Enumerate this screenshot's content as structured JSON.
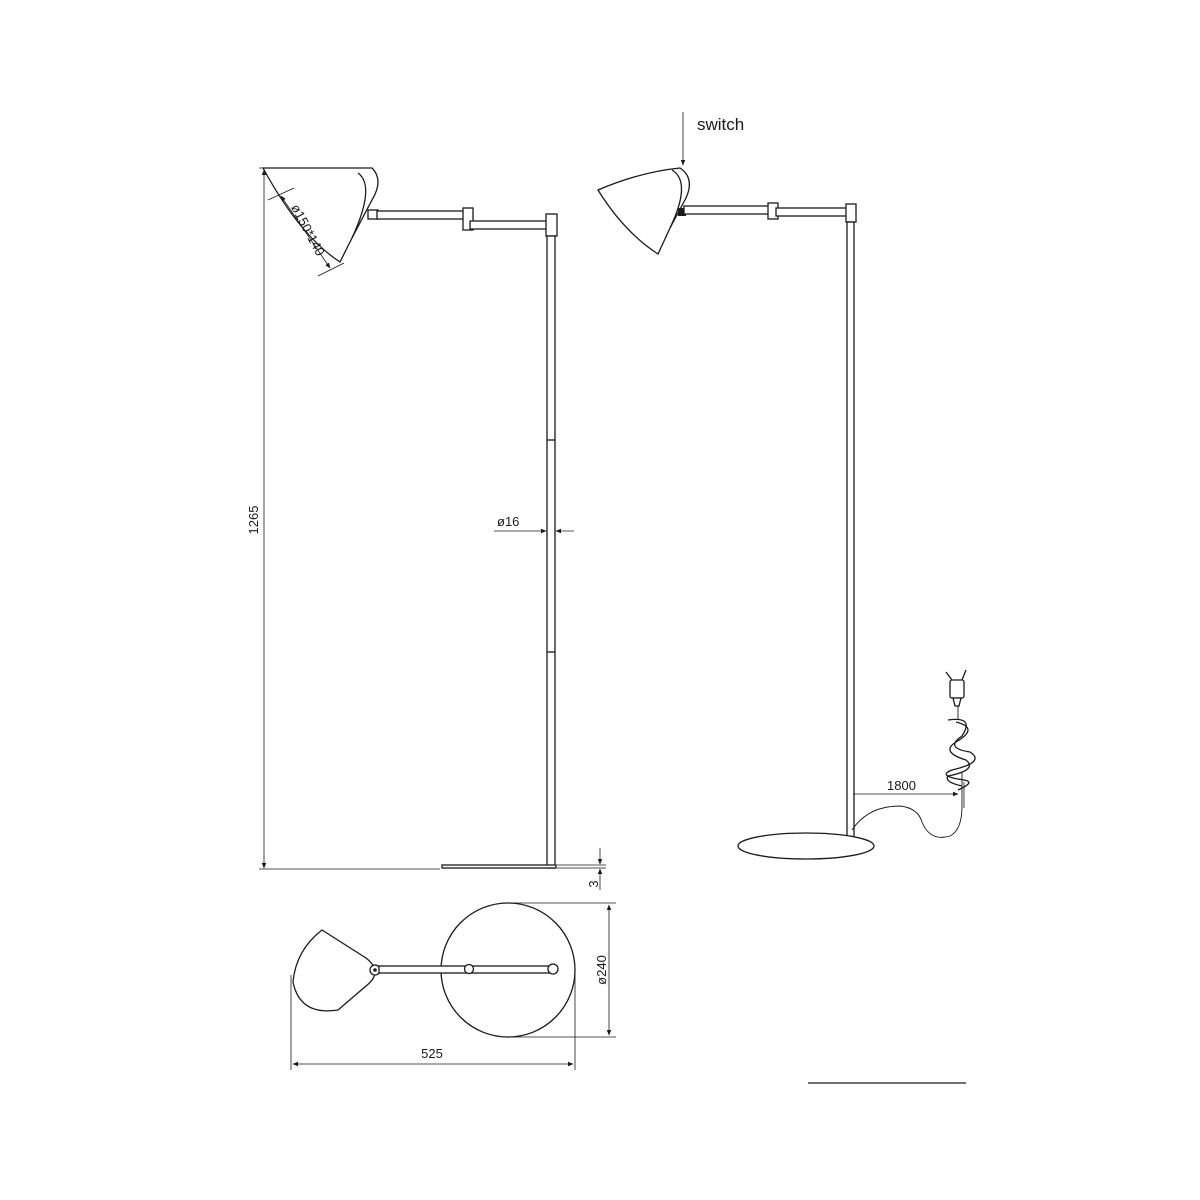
{
  "labels": {
    "switch": "switch",
    "shade_size": "ø150*140",
    "height": "1265",
    "pole_diameter": "ø16",
    "base_thickness": "3",
    "cord_length": "1800",
    "base_diameter": "ø240",
    "reach": "525"
  }
}
